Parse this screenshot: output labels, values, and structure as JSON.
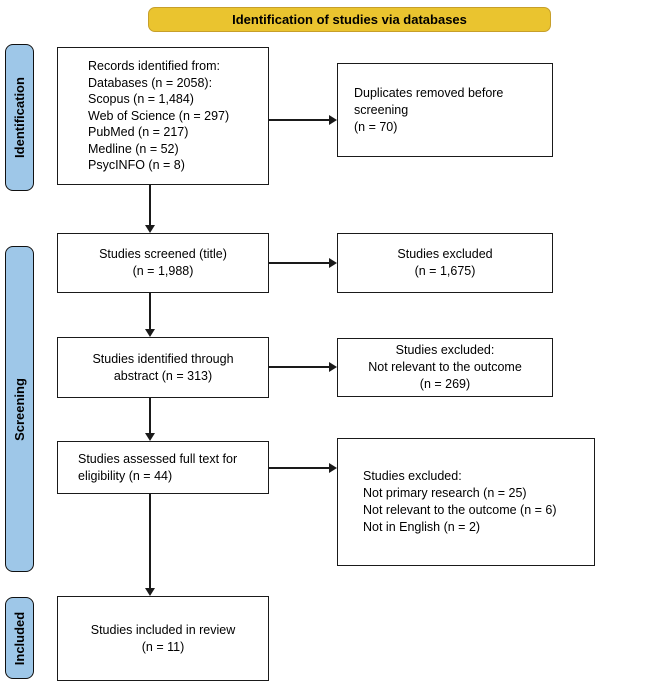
{
  "banner": {
    "title": "Identification of studies via databases"
  },
  "sidebar": {
    "identification": "Identification",
    "screening": "Screening",
    "included": "Included"
  },
  "boxes": {
    "records": {
      "lines": [
        "Records identified from:",
        "Databases (n = 2058):",
        "Scopus (n = 1,484)",
        "Web of Science (n = 297)",
        "PubMed (n = 217)",
        "Medline (n = 52)",
        "PsycINFO (n = 8)"
      ]
    },
    "screened": {
      "lines": [
        "Studies screened (title)",
        "(n = 1,988)"
      ]
    },
    "abstract": {
      "lines": [
        "Studies identified through",
        "abstract (n = 313)"
      ]
    },
    "fulltext": {
      "lines": [
        "Studies assessed full text for",
        "eligibility (n = 44)"
      ]
    },
    "included": {
      "lines": [
        "Studies included in review",
        "(n = 11)"
      ]
    },
    "duplicates": {
      "lines": [
        "Duplicates removed before screening",
        "(n = 70)"
      ]
    },
    "excluded_screen": {
      "lines": [
        "Studies excluded",
        "(n = 1,675)"
      ]
    },
    "excluded_abstract": {
      "lines": [
        "Studies excluded:",
        "Not relevant to the outcome",
        "(n = 269)"
      ]
    },
    "excluded_fulltext": {
      "lines": [
        "Studies excluded:",
        "Not primary research (n = 25)",
        "Not relevant to the outcome (n = 6)",
        "Not in English (n = 2)"
      ]
    }
  },
  "colors": {
    "banner_fill": "#EAC42F",
    "sidebar_fill": "#9EC7E8",
    "box_border": "#1A1A1A",
    "background": "#FFFFFF"
  }
}
